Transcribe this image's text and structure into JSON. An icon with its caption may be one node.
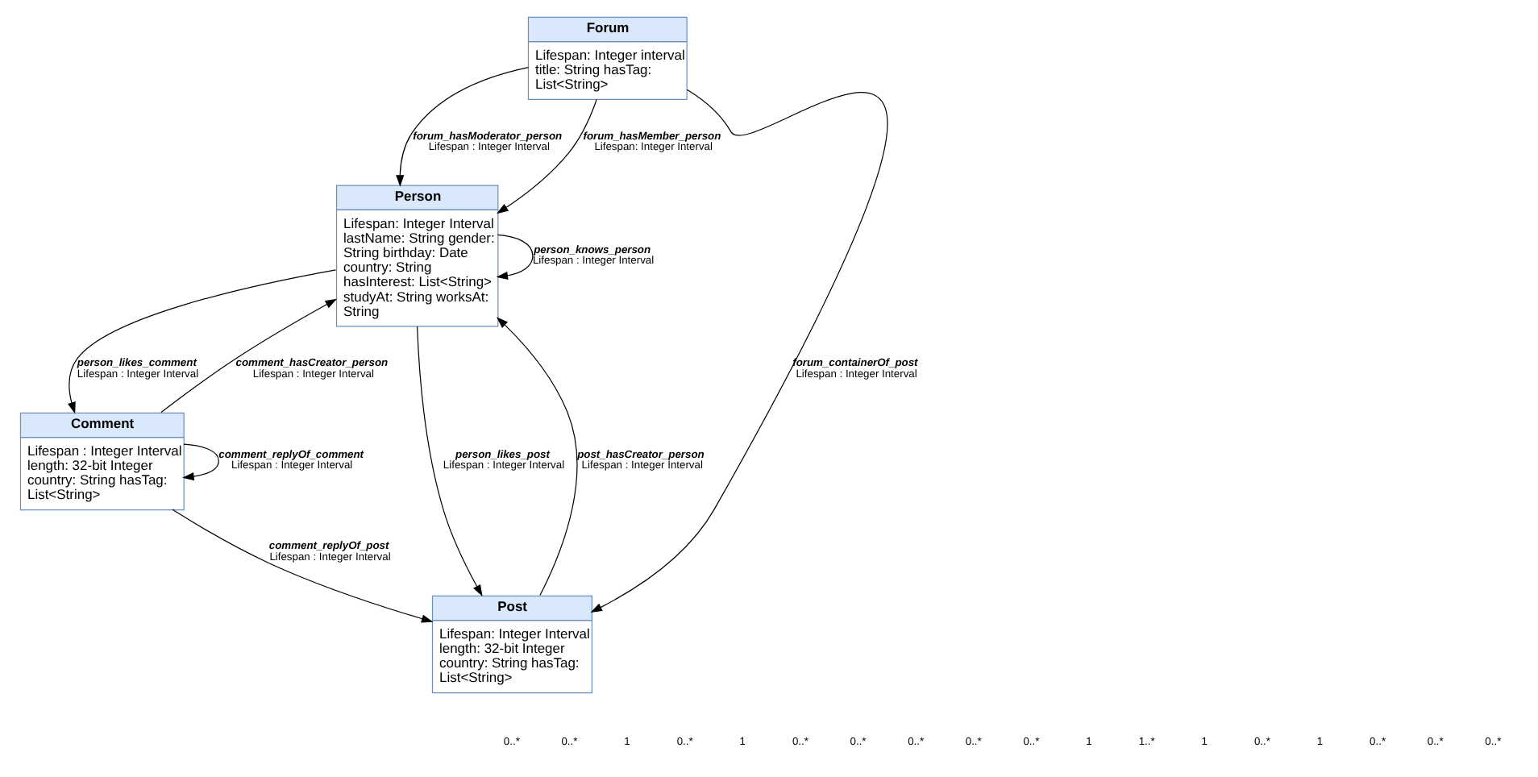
{
  "diagram": {
    "nodes": [
      {
        "text": [
          "Person",
          "Lifespan: Integer Interval lastName: String gender: String birthday: Date country: String hasInterest: List<String> studyAt: String worksAt: String"
        ]
      },
      {
        "text": [
          "Comment",
          "Lifespan : Integer Interval length: 32-bit Integer country: String hasTag: List<String>"
        ]
      },
      {
        "text": [
          "Post",
          "Lifespan: Integer Interval length: 32-bit Integer country: String hasTag: List<String>"
        ]
      },
      {
        "text": [
          "Forum",
          "Lifespan: Integer interval title: String hasTag: List<String>"
        ]
      }
    ],
    "edges": [
      {
        "from": 0,
        "to": 0,
        "arrow": "to",
        "label": "person_knows_person Lifespan : Integer Interval"
      },
      {
        "from": 1,
        "to": 0,
        "arrow": "to",
        "label": "comment_hasCreator_person Lifespan : Integer Interval"
      },
      {
        "from": 0,
        "to": 1,
        "arrow": "to",
        "label": "person_likes_comment Lifespan : Integer Interval"
      },
      {
        "from": 0,
        "to": 2,
        "arrow": "to",
        "label": "person_likes_post Lifespan : Integer Interval"
      },
      {
        "from": 1,
        "to": 1,
        "arrow": "to",
        "label": "comment_replyOf_comment Lifespan : Integer Interval"
      },
      {
        "from": 1,
        "to": 2,
        "arrow": "to",
        "label": "comment_replyOf_post Lifespan : Integer Interval"
      },
      {
        "from": 2,
        "to": 0,
        "arrow": "to",
        "label": "post_hasCreator_person Lifespan : Integer Interval"
      },
      {
        "from": 3,
        "to": 0,
        "arrow": "to",
        "label": "forum_hasModerator_person Lifespan : Integer Interval"
      },
      {
        "from": 3,
        "to": 0,
        "arrow": "to",
        "label": "forum_hasMember_person Lifespan: Integer Interval"
      },
      {
        "from": 3,
        "to": 2,
        "arrow": "to",
        "label": "forum_containerOf_post Lifespan : Integer Interval"
      }
    ],
    "labels": [
      "0..*",
      "0..*",
      "1",
      "0..*",
      "1",
      "0..*",
      "0..*",
      "0..*",
      "0..*",
      "0..*",
      "1",
      "1..*",
      "1",
      "0..*",
      "1",
      "0..*",
      "0..*",
      "0..*"
    ]
  }
}
